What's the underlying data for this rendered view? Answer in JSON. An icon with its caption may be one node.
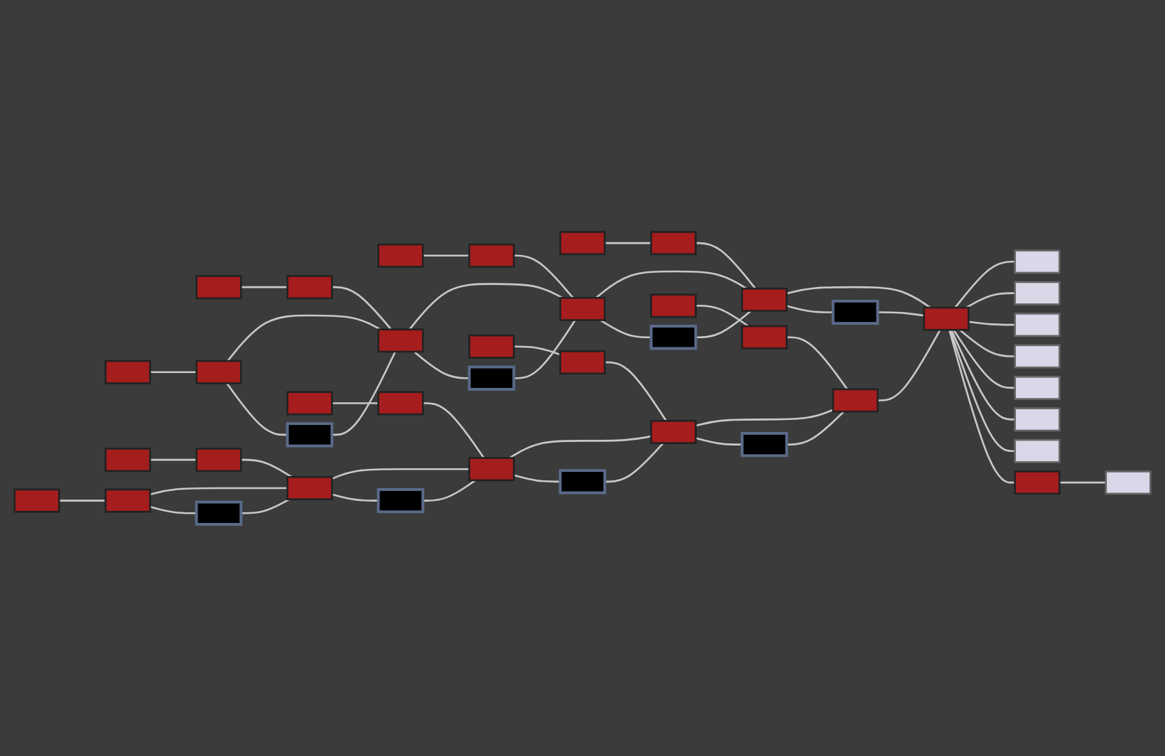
{
  "diagram": {
    "nodes": [
      {
        "text": [],
        "shape": "box"
      },
      {
        "text": [],
        "shape": "box"
      },
      {
        "text": [],
        "shape": "box"
      },
      {
        "text": [],
        "shape": "box"
      },
      {
        "text": [],
        "shape": "box"
      },
      {
        "text": [],
        "shape": "box"
      },
      {
        "text": [],
        "shape": "box"
      },
      {
        "text": [],
        "shape": "box"
      },
      {
        "text": [],
        "shape": "box"
      },
      {
        "text": [],
        "shape": "box"
      },
      {
        "text": [],
        "shape": "box"
      },
      {
        "text": [],
        "shape": "box"
      },
      {
        "text": [],
        "shape": "box"
      },
      {
        "text": [],
        "shape": "box"
      },
      {
        "text": [],
        "shape": "box"
      },
      {
        "text": [],
        "shape": "box"
      },
      {
        "text": [],
        "shape": "box"
      },
      {
        "text": [],
        "shape": "box"
      },
      {
        "text": [],
        "shape": "box"
      },
      {
        "text": [],
        "shape": "box"
      },
      {
        "text": [],
        "shape": "box"
      },
      {
        "text": [],
        "shape": "box"
      },
      {
        "text": [],
        "shape": "box"
      },
      {
        "text": [],
        "shape": "box"
      },
      {
        "text": [],
        "shape": "box"
      },
      {
        "text": [],
        "shape": "box"
      },
      {
        "text": [],
        "shape": "box"
      },
      {
        "text": [],
        "shape": "box"
      },
      {
        "text": [],
        "shape": "box"
      },
      {
        "text": [],
        "shape": "box"
      },
      {
        "text": [],
        "shape": "box"
      },
      {
        "text": [],
        "shape": "box"
      },
      {
        "text": [],
        "shape": "box"
      },
      {
        "text": [],
        "shape": "box"
      },
      {
        "text": [],
        "shape": "box"
      },
      {
        "text": [],
        "shape": "box"
      },
      {
        "text": [],
        "shape": "box"
      },
      {
        "text": [],
        "shape": "box"
      },
      {
        "text": [],
        "shape": "box"
      },
      {
        "text": [],
        "shape": "box"
      },
      {
        "text": [],
        "shape": "box"
      },
      {
        "text": [],
        "shape": "box"
      },
      {
        "text": [],
        "shape": "box"
      }
    ],
    "edges": [
      {
        "from": 0,
        "to": 4,
        "arrow": "none"
      },
      {
        "from": 1,
        "to": 5,
        "arrow": "none"
      },
      {
        "from": 2,
        "to": 6,
        "arrow": "none"
      },
      {
        "from": 3,
        "to": 7,
        "arrow": "none"
      },
      {
        "from": 4,
        "to": 9,
        "arrow": "none"
      },
      {
        "from": 5,
        "to": 9,
        "arrow": "none"
      },
      {
        "from": 4,
        "to": 8,
        "arrow": "none"
      },
      {
        "from": 8,
        "to": 9,
        "arrow": "none"
      },
      {
        "from": 9,
        "to": 11,
        "arrow": "none"
      },
      {
        "from": 6,
        "to": 11,
        "arrow": "none"
      },
      {
        "from": 9,
        "to": 10,
        "arrow": "none"
      },
      {
        "from": 10,
        "to": 11,
        "arrow": "none"
      },
      {
        "from": 11,
        "to": 13,
        "arrow": "none"
      },
      {
        "from": 7,
        "to": 13,
        "arrow": "none"
      },
      {
        "from": 11,
        "to": 12,
        "arrow": "none"
      },
      {
        "from": 12,
        "to": 13,
        "arrow": "none"
      },
      {
        "from": 13,
        "to": 33,
        "arrow": "none"
      },
      {
        "from": 13,
        "to": 14,
        "arrow": "none"
      },
      {
        "from": 14,
        "to": 33,
        "arrow": "none"
      },
      {
        "from": 15,
        "to": 20,
        "arrow": "none"
      },
      {
        "from": 16,
        "to": 21,
        "arrow": "none"
      },
      {
        "from": 17,
        "to": 22,
        "arrow": "none"
      },
      {
        "from": 18,
        "to": 23,
        "arrow": "none"
      },
      {
        "from": 19,
        "to": 24,
        "arrow": "none"
      },
      {
        "from": 20,
        "to": 25,
        "arrow": "none"
      },
      {
        "from": 21,
        "to": 25,
        "arrow": "none"
      },
      {
        "from": 20,
        "to": 26,
        "arrow": "none"
      },
      {
        "from": 26,
        "to": 25,
        "arrow": "none"
      },
      {
        "from": 25,
        "to": 27,
        "arrow": "none"
      },
      {
        "from": 22,
        "to": 27,
        "arrow": "none"
      },
      {
        "from": 25,
        "to": 28,
        "arrow": "none"
      },
      {
        "from": 28,
        "to": 27,
        "arrow": "none"
      },
      {
        "from": 27,
        "to": 29,
        "arrow": "none"
      },
      {
        "from": 23,
        "to": 29,
        "arrow": "none"
      },
      {
        "from": 27,
        "to": 30,
        "arrow": "none"
      },
      {
        "from": 30,
        "to": 29,
        "arrow": "none"
      },
      {
        "from": 29,
        "to": 31,
        "arrow": "none"
      },
      {
        "from": 24,
        "to": 31,
        "arrow": "none"
      },
      {
        "from": 29,
        "to": 32,
        "arrow": "none"
      },
      {
        "from": 32,
        "to": 31,
        "arrow": "none"
      },
      {
        "from": 31,
        "to": 33,
        "arrow": "none"
      },
      {
        "from": 33,
        "to": 34,
        "arrow": "none"
      },
      {
        "from": 33,
        "to": 35,
        "arrow": "none"
      },
      {
        "from": 33,
        "to": 36,
        "arrow": "none"
      },
      {
        "from": 33,
        "to": 37,
        "arrow": "none"
      },
      {
        "from": 33,
        "to": 38,
        "arrow": "none"
      },
      {
        "from": 33,
        "to": 39,
        "arrow": "none"
      },
      {
        "from": 33,
        "to": 40,
        "arrow": "none"
      },
      {
        "from": 33,
        "to": 41,
        "arrow": "none"
      },
      {
        "from": 41,
        "to": 42,
        "arrow": "none"
      }
    ]
  }
}
